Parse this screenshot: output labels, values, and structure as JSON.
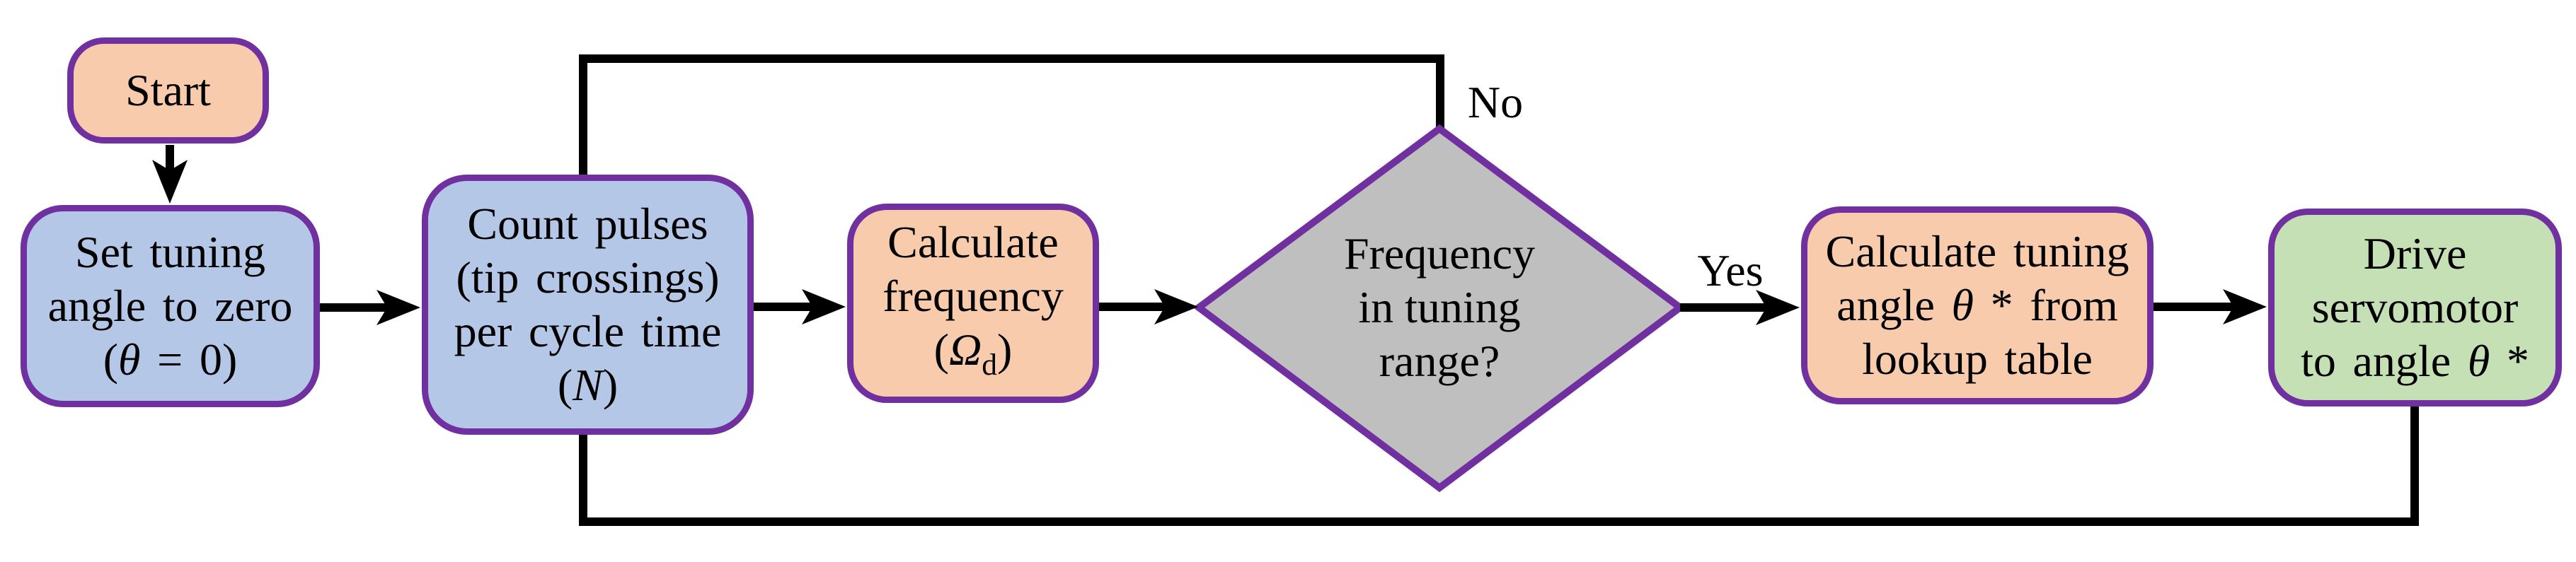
{
  "flowchart": {
    "nodes": {
      "start": {
        "label": "Start"
      },
      "set_angle": {
        "line1": "Set tuning",
        "line2": "angle to zero",
        "line3_open": "(",
        "line3_theta": "θ",
        "line3_rest": " = 0)"
      },
      "count_pulses": {
        "line1": "Count pulses",
        "line2": "(tip crossings)",
        "line3": "per cycle time",
        "line4_open": "(",
        "line4_n": "N",
        "line4_close": ")"
      },
      "calc_freq": {
        "line1": "Calculate",
        "line2": "frequency",
        "line3_open": "(",
        "line3_omega": "Ω",
        "line3_sub": "d",
        "line3_close": ")"
      },
      "decision": {
        "line1": "Frequency",
        "line2": "in tuning",
        "line3": "range?"
      },
      "calc_angle": {
        "line1": "Calculate tuning",
        "line2_pre": "angle ",
        "line2_theta": "θ",
        "line2_post": " * from",
        "line3": "lookup table"
      },
      "drive_servo": {
        "line1": "Drive",
        "line2": "servomotor",
        "line3_pre": "to angle ",
        "line3_theta": "θ",
        "line3_post": " *"
      }
    },
    "edge_labels": {
      "no": "No",
      "yes": "Yes"
    },
    "colors": {
      "terminal_orange": "#F8CBAD",
      "process_blue": "#B4C7E7",
      "action_green": "#C5E0B4",
      "decision_gray": "#BFBFBF",
      "border_purple": "#7030A0",
      "connector_black": "#000000"
    }
  }
}
